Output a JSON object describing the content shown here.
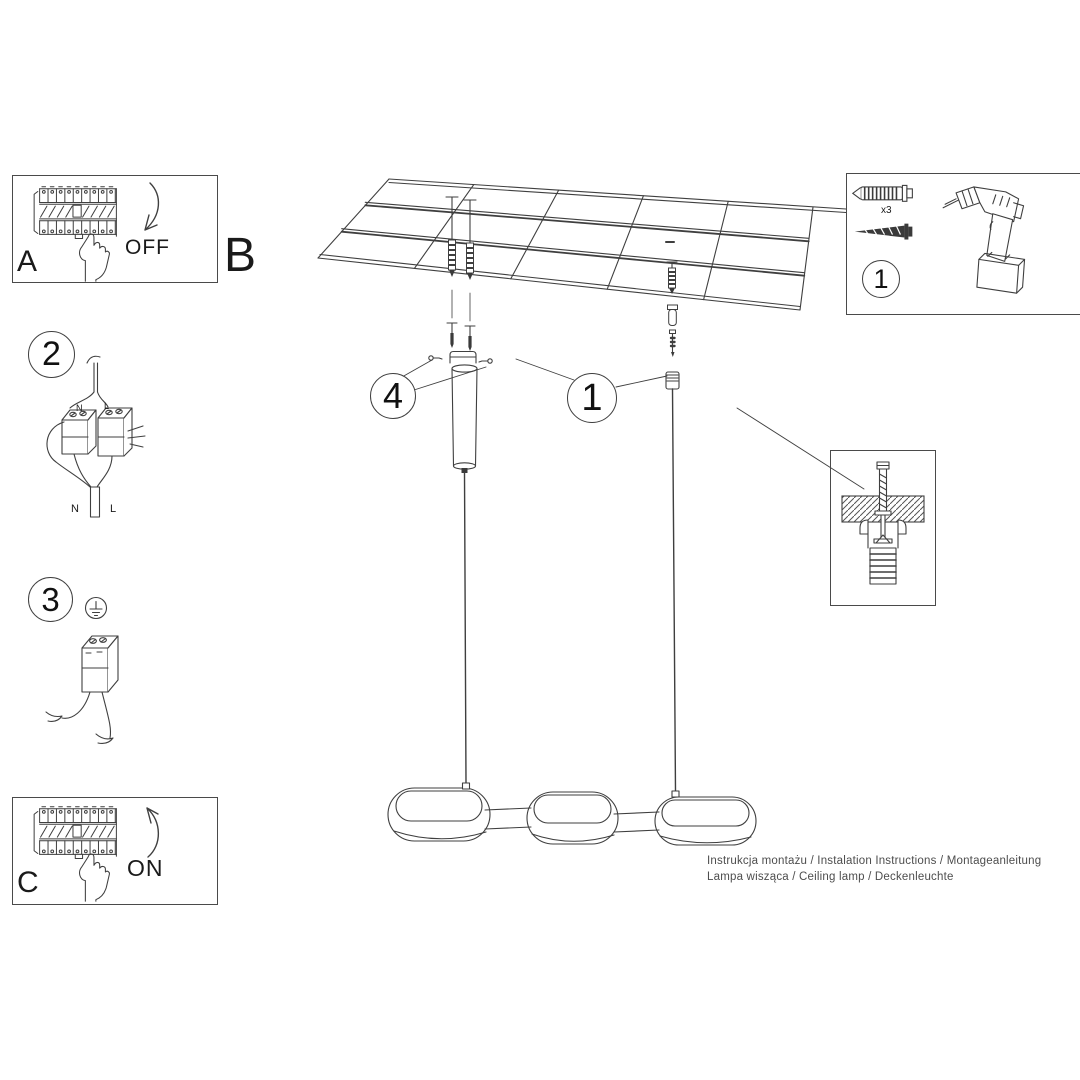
{
  "colors": {
    "ink": "#3f3f3f",
    "text": "#1e1e1e"
  },
  "panel_a": {
    "label": "A",
    "action": "OFF"
  },
  "panel_b_label": "B",
  "panel_c": {
    "label": "C",
    "action": "ON"
  },
  "callouts": {
    "step1": "1",
    "step2": "2",
    "step3": "3",
    "step4": "4",
    "kit": "1"
  },
  "kit": {
    "anchor_qty": "x3"
  },
  "wiring": {
    "neutral_top": "N",
    "live_top": "L",
    "neutral_bottom": "N",
    "live_bottom": "L"
  },
  "footer": {
    "line1": "Instrukcja montażu / Instalation Instructions / Montageanleitung",
    "line2": "Lampa wisząca / Ceiling lamp / Deckenleuchte"
  }
}
